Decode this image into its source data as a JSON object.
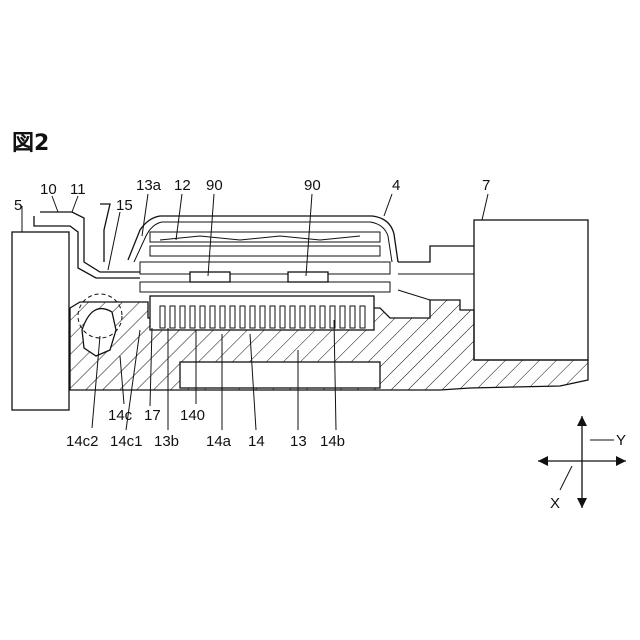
{
  "figure": {
    "title": "図2"
  },
  "labels": {
    "l5": "5",
    "l10": "10",
    "l11": "11",
    "l15": "15",
    "l13a": "13a",
    "l12": "12",
    "l90a": "90",
    "l90b": "90",
    "l4": "4",
    "l7": "7",
    "l14c2": "14c2",
    "l14c": "14c",
    "l14c1": "14c1",
    "l17": "17",
    "l13b": "13b",
    "l140": "140",
    "l14a": "14a",
    "l14": "14",
    "l13": "13",
    "l14b": "14b"
  },
  "axes": {
    "x": "X",
    "y": "Y"
  }
}
